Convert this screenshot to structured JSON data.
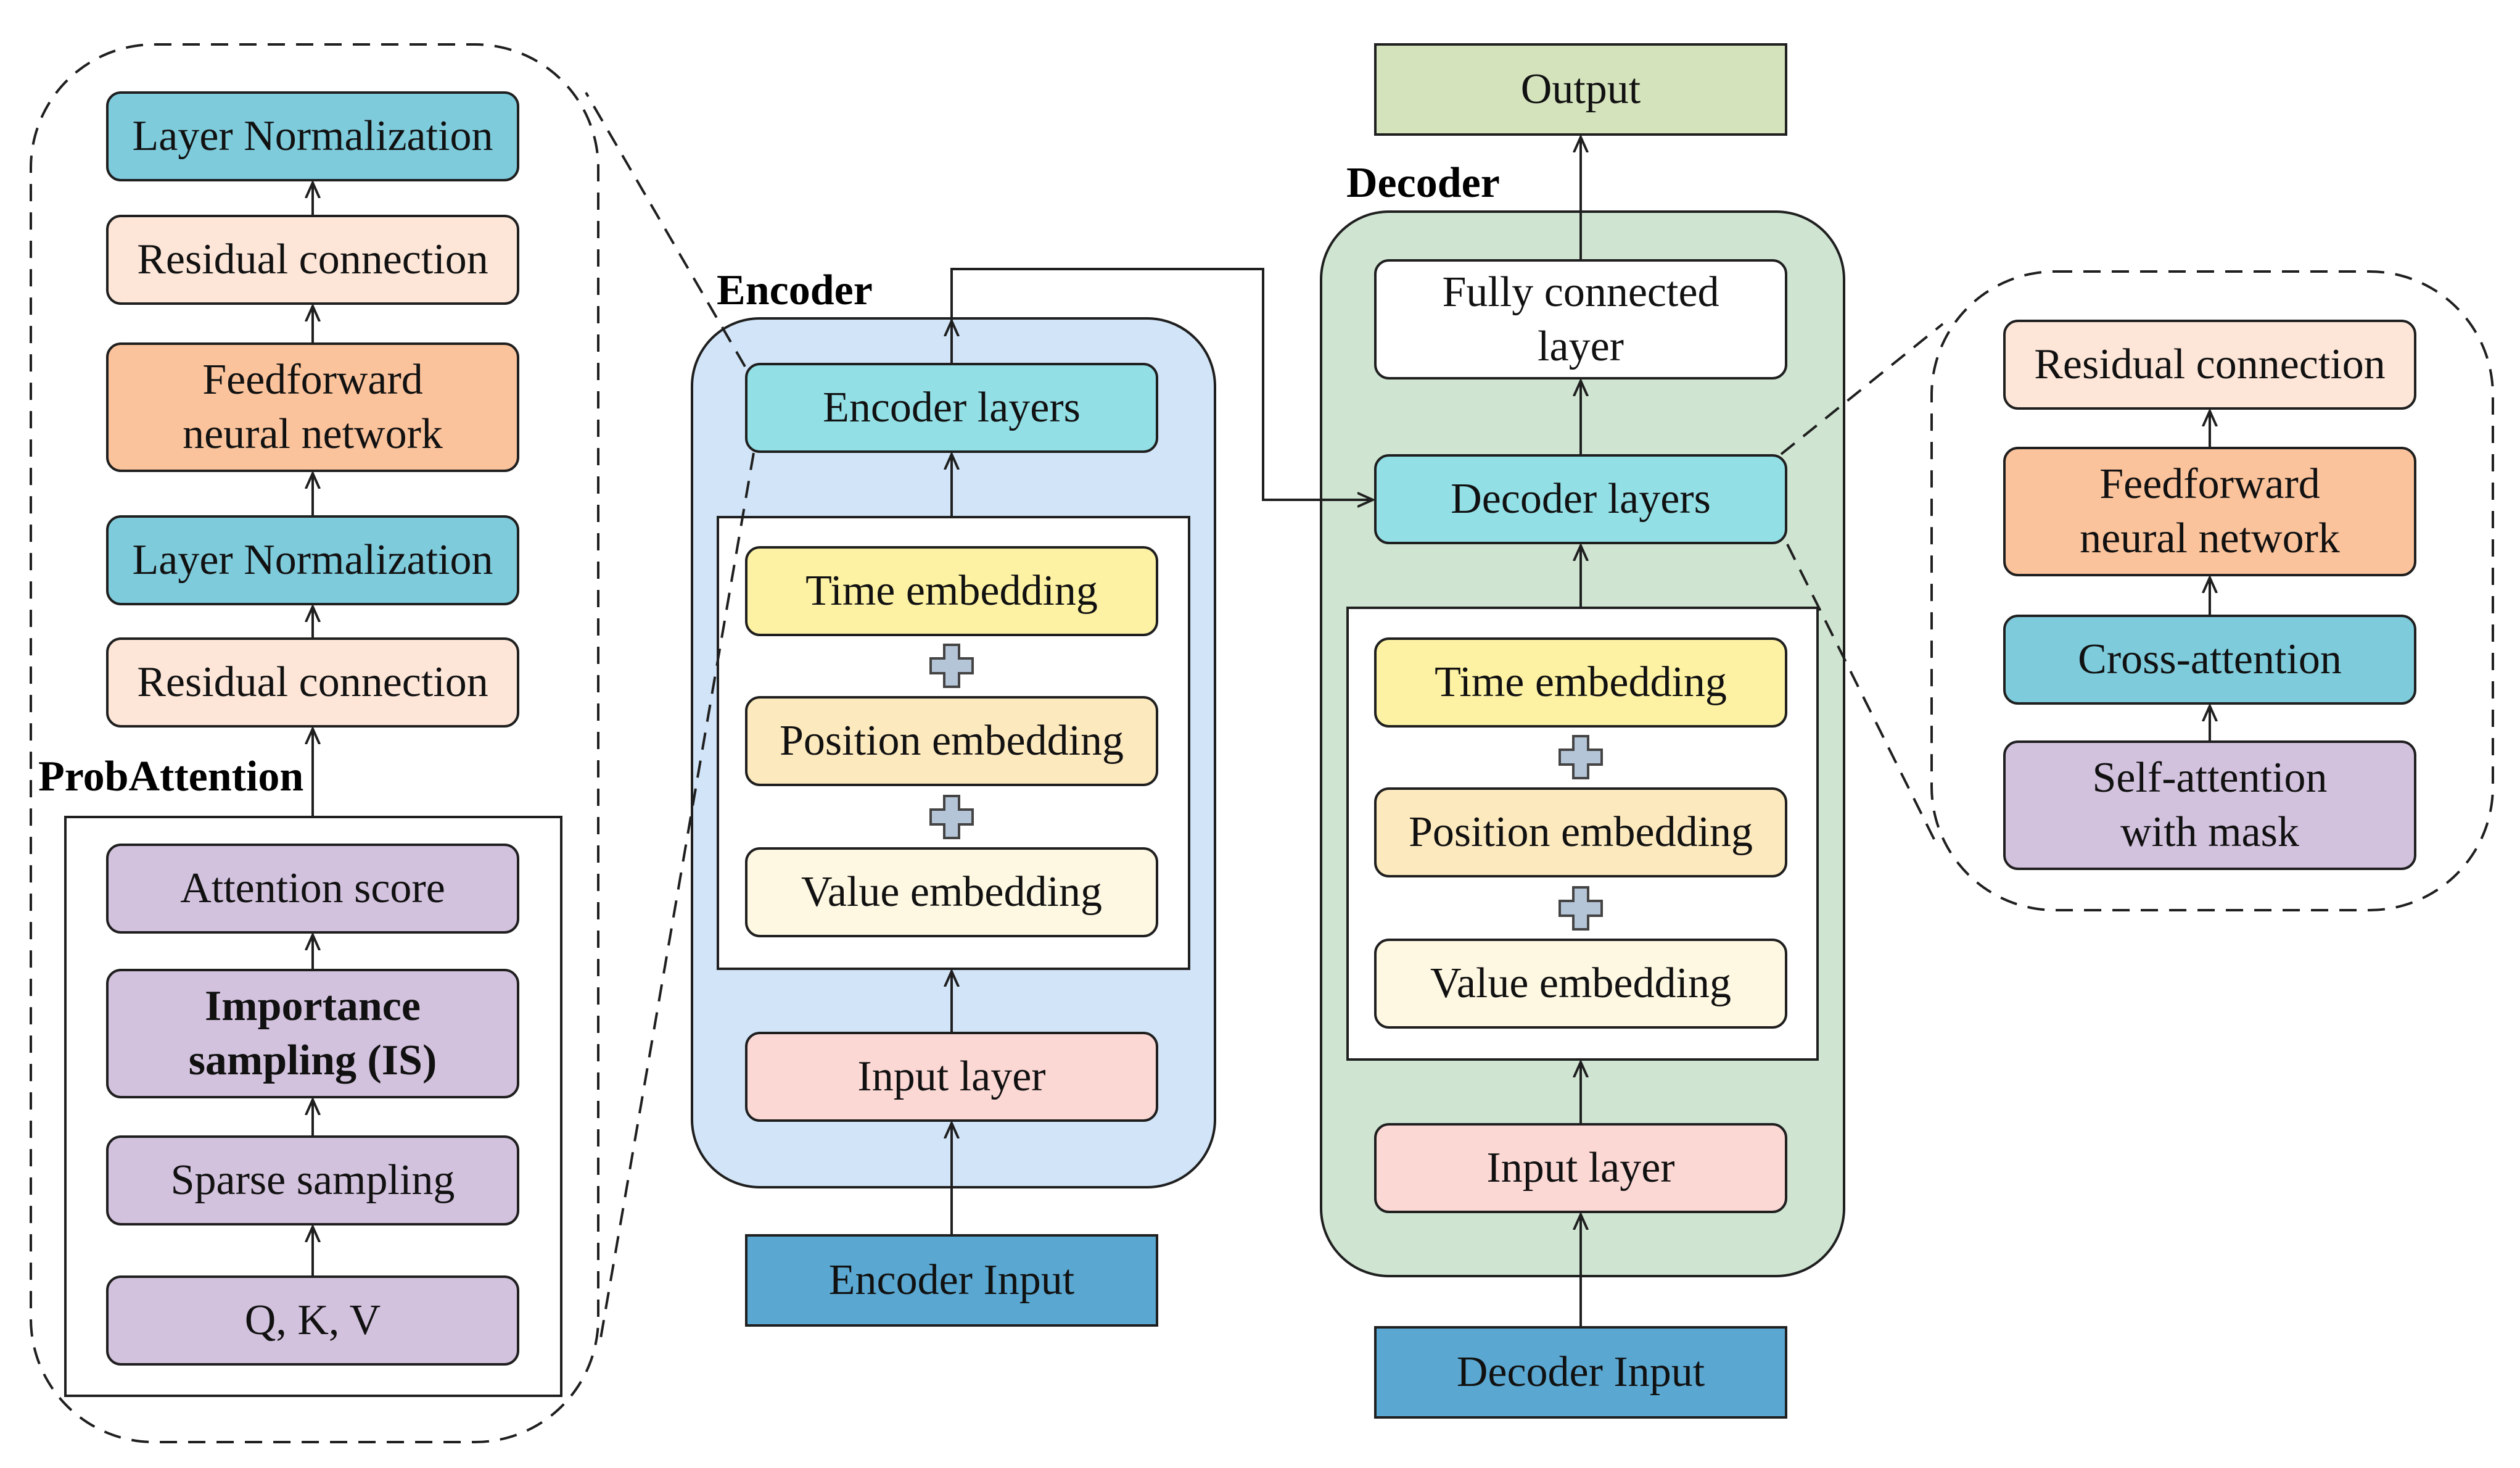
{
  "colors": {
    "layer_norm": "#7ecbdc",
    "residual": "#fde6d8",
    "feedforward": "#fbc39c",
    "attention_purple": "#d3c2de",
    "encoder_bg": "#d2e5f8",
    "decoder_bg": "#cfe5d2",
    "layers_cyan": "#92dfe6",
    "time_emb": "#fdf2a3",
    "position_emb": "#fde9be",
    "value_emb": "#fef8e2",
    "input_layer": "#fcd8d5",
    "io_blue": "#5aa8d2",
    "output_green": "#d5e3bd",
    "plus_fill": "#b5c5d8"
  },
  "probattention_detail": {
    "title": "ProbAttention",
    "layer_norm_top": "Layer Normalization",
    "residual_top": "Residual connection",
    "feedforward": "Feedforward\nneural network",
    "layer_norm_bottom": "Layer Normalization",
    "residual_bottom": "Residual connection",
    "attention_score": "Attention score",
    "importance_sampling": "Importance\nsampling (IS)",
    "sparse_sampling": "Sparse sampling",
    "qkv": "Q, K, V"
  },
  "encoder": {
    "title": "Encoder",
    "layers": "Encoder layers",
    "time_embedding": "Time embedding",
    "position_embedding": "Position embedding",
    "value_embedding": "Value embedding",
    "input_layer": "Input layer",
    "input": "Encoder Input"
  },
  "decoder": {
    "title": "Decoder",
    "output": "Output",
    "fully_connected": "Fully connected\nlayer",
    "layers": "Decoder layers",
    "time_embedding": "Time embedding",
    "position_embedding": "Position embedding",
    "value_embedding": "Value embedding",
    "input_layer": "Input layer",
    "input": "Decoder Input"
  },
  "decoder_detail": {
    "residual": "Residual connection",
    "feedforward": "Feedforward\nneural network",
    "cross_attention": "Cross-attention",
    "self_attention": "Self-attention\nwith mask"
  }
}
